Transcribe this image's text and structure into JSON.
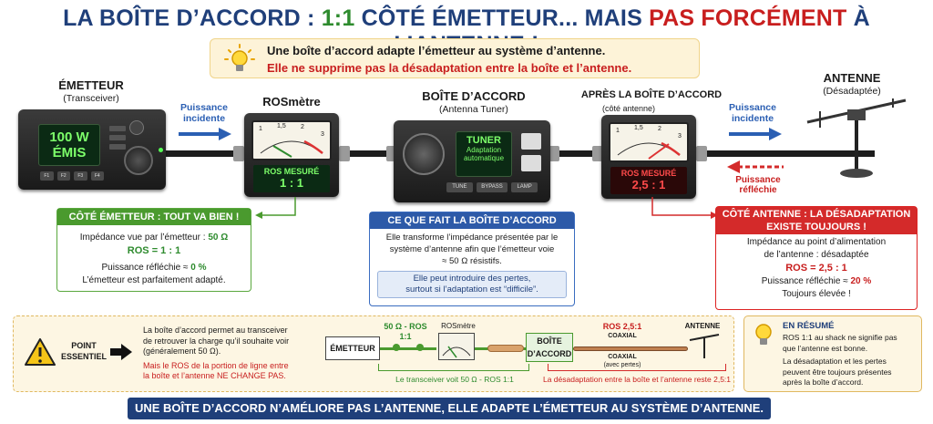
{
  "title": {
    "part1": "LA BOÎTE D’ACCORD : ",
    "part2": "1:1",
    "part3": " CÔTÉ ÉMETTEUR... MAIS ",
    "part4": "PAS FORCÉMENT",
    "part5": " À L’ANTENNE !"
  },
  "intro": {
    "line1": "Une boîte d’accord adapte l’émetteur au système d’antenne.",
    "line2": "Elle ne supprime pas la désadaptation entre la boîte et l’antenne."
  },
  "emetteur": {
    "title": "ÉMETTEUR",
    "subtitle": "(Transceiver)",
    "screen1": "100 W",
    "screen2": "ÉMIS",
    "buttons": [
      "F1",
      "F2",
      "F3",
      "F4"
    ]
  },
  "puissance_incidente_1": {
    "line1": "Puissance",
    "line2": "incidente"
  },
  "rosmetre": {
    "title": "ROSmètre",
    "ticks": [
      "1",
      "1,5",
      "2",
      "3"
    ],
    "label": "ROS MESURÉ",
    "value": "1 : 1"
  },
  "boite": {
    "title": "BOÎTE D’ACCORD",
    "subtitle": "(Antenna Tuner)",
    "screen1": "TUNER",
    "screen2": "Adaptation",
    "screen3": "automatique",
    "buttons": [
      "TUNE",
      "BYPASS",
      "LAMP"
    ]
  },
  "apres": {
    "title": "APRÈS LA BOÎTE D’ACCORD",
    "subtitle": "(côté antenne)",
    "ticks": [
      "1",
      "1,5",
      "2",
      "3"
    ],
    "label": "ROS MESURÉ",
    "value": "2,5 : 1"
  },
  "puissance_incidente_2": {
    "line1": "Puissance",
    "line2": "incidente"
  },
  "puissance_reflechie": {
    "line1": "Puissance",
    "line2": "réfléchie"
  },
  "antenne": {
    "title": "ANTENNE",
    "subtitle": "(Désadaptée)"
  },
  "box_emetteur": {
    "header": "CÔTÉ ÉMETTEUR :  TOUT VA BIEN !",
    "l1a": "Impédance vue par l’émetteur : ",
    "l1b": "50 Ω",
    "l2": "ROS = 1 : 1",
    "l3a": "Puissance réfléchie ≈ ",
    "l3b": "0 %",
    "l4": "L’émetteur est parfaitement adapté."
  },
  "box_boite": {
    "header": "CE QUE FAIT LA BOÎTE D’ACCORD",
    "l1": "Elle transforme l’impédance présentée par le",
    "l2": "système d’antenne afin que l’émetteur voie",
    "l3": "≈ 50 Ω résistifs.",
    "n1": "Elle peut introduire des pertes,",
    "n2": "surtout si l’adaptation est “difficile”."
  },
  "box_antenne": {
    "header1": "CÔTÉ ANTENNE :   LA DÉSADAPTATION",
    "header2": "EXISTE TOUJOURS !",
    "l1": "Impédance au point d’alimentation",
    "l2": "de l’antenne : désadaptée",
    "l3": "ROS = 2,5 : 1",
    "l4a": "Puissance réfléchie ≈ ",
    "l4b": "20 %",
    "l5": "Toujours élevée !"
  },
  "point": {
    "label1": "POINT",
    "label2": "ESSENTIEL",
    "t1": "La boîte d’accord permet au transceiver",
    "t2": "de retrouver la charge qu’il souhaite voir",
    "t3": "(généralement 50 Ω).",
    "r1": "Mais le ROS de la portion de ligne entre",
    "r2": "la boîte et l’antenne NE CHANGE PAS."
  },
  "schema": {
    "emetteur": "ÉMETTEUR",
    "z50": "50 Ω - ROS",
    "z50b": "1:1",
    "rosmetre": "ROSmètre",
    "boite1": "BOÎTE",
    "boite2": "D’ACCORD",
    "ros25": "ROS 2,5:1",
    "coax1": "COAXIAL",
    "coax2": "COAXIAL",
    "coax3": "(avec pertes)",
    "antenne": "ANTENNE",
    "note_green": "Le transceiver voit 50 Ω - ROS 1:1",
    "note_red": "La désadaptation entre la boîte et l’antenne reste 2,5:1"
  },
  "resume": {
    "header": "EN RÉSUMÉ",
    "t1": "ROS 1:1 au shack ne signifie pas",
    "t2": "que l’antenne est bonne.",
    "t3": "La désadaptation et les pertes",
    "t4": "peuvent être toujours présentes",
    "t5": "après la boîte d’accord."
  },
  "bottom": "UNE BOÎTE D’ACCORD N’AMÉLIORE PAS L’ANTENNE, ELLE ADAPTE L’ÉMETTEUR AU SYSTÈME D’ANTENNE.",
  "colors": {
    "navy": "#1f3f7a",
    "green": "#4a9a2e",
    "red": "#d42a2a",
    "blue": "#2d5aa8",
    "note": "#fdf3d8"
  }
}
